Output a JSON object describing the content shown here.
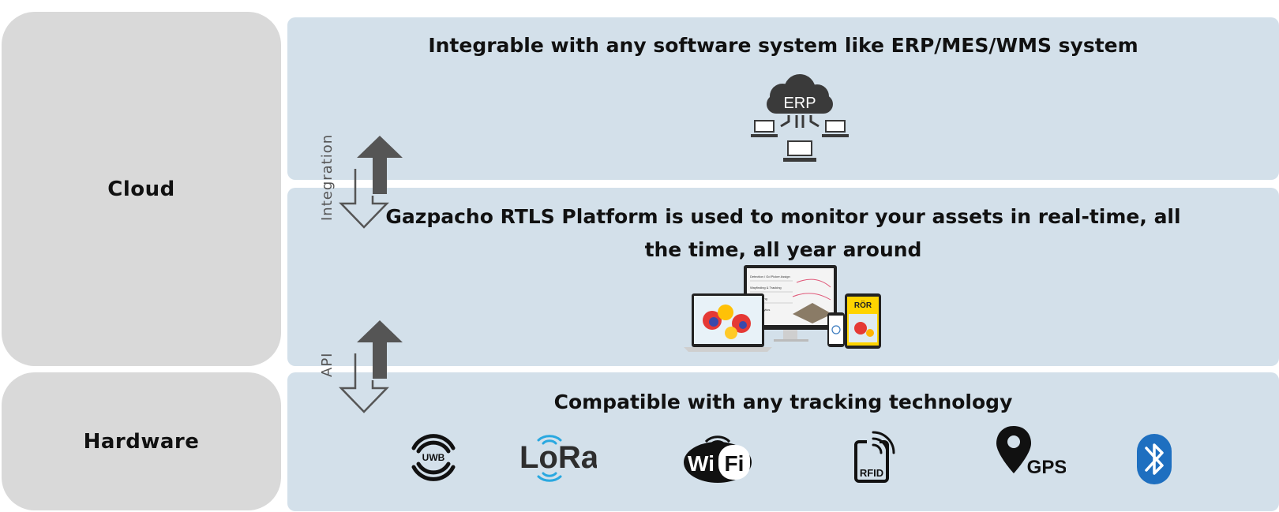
{
  "layers": {
    "cloud_label": "Cloud",
    "hardware_label": "Hardware"
  },
  "panels": {
    "integration_title": "Integrable with any software system like ERP/MES/WMS system",
    "platform_title": "Gazpacho RTLS Platform is used to monitor your assets in real-time, all the time, all year around",
    "hardware_title": "Compatible with any tracking technology"
  },
  "connectors": {
    "integration_label": "Integration",
    "api_label": "API"
  },
  "erp_icon_text": "ERP",
  "device_text": {
    "tablet_brand": "RÖR",
    "monitor_rows": [
      "Detection / Gd Picker Assign",
      "Wayfinding & Tracking",
      "Geo-fencing",
      "Area Analytics"
    ]
  },
  "technologies": {
    "uwb": "UWB",
    "lora": "LoRa",
    "wifi_left": "Wi",
    "wifi_right": "Fi",
    "rfid": "RFID",
    "gps": "GPS",
    "bluetooth": ""
  },
  "colors": {
    "panel_bg": "#d3e0ea",
    "side_bg": "#d9d9d9",
    "arrow_dark": "#555555",
    "lora_blue": "#29a8e0",
    "bluetooth_blue": "#1e6fc0"
  },
  "icons": [
    "cloud-erp-icon",
    "laptop-icon",
    "arrow-up-icon",
    "arrow-down-outline-icon",
    "uwb-icon",
    "lora-icon",
    "wifi-icon",
    "rfid-icon",
    "gps-pin-icon",
    "bluetooth-icon"
  ]
}
